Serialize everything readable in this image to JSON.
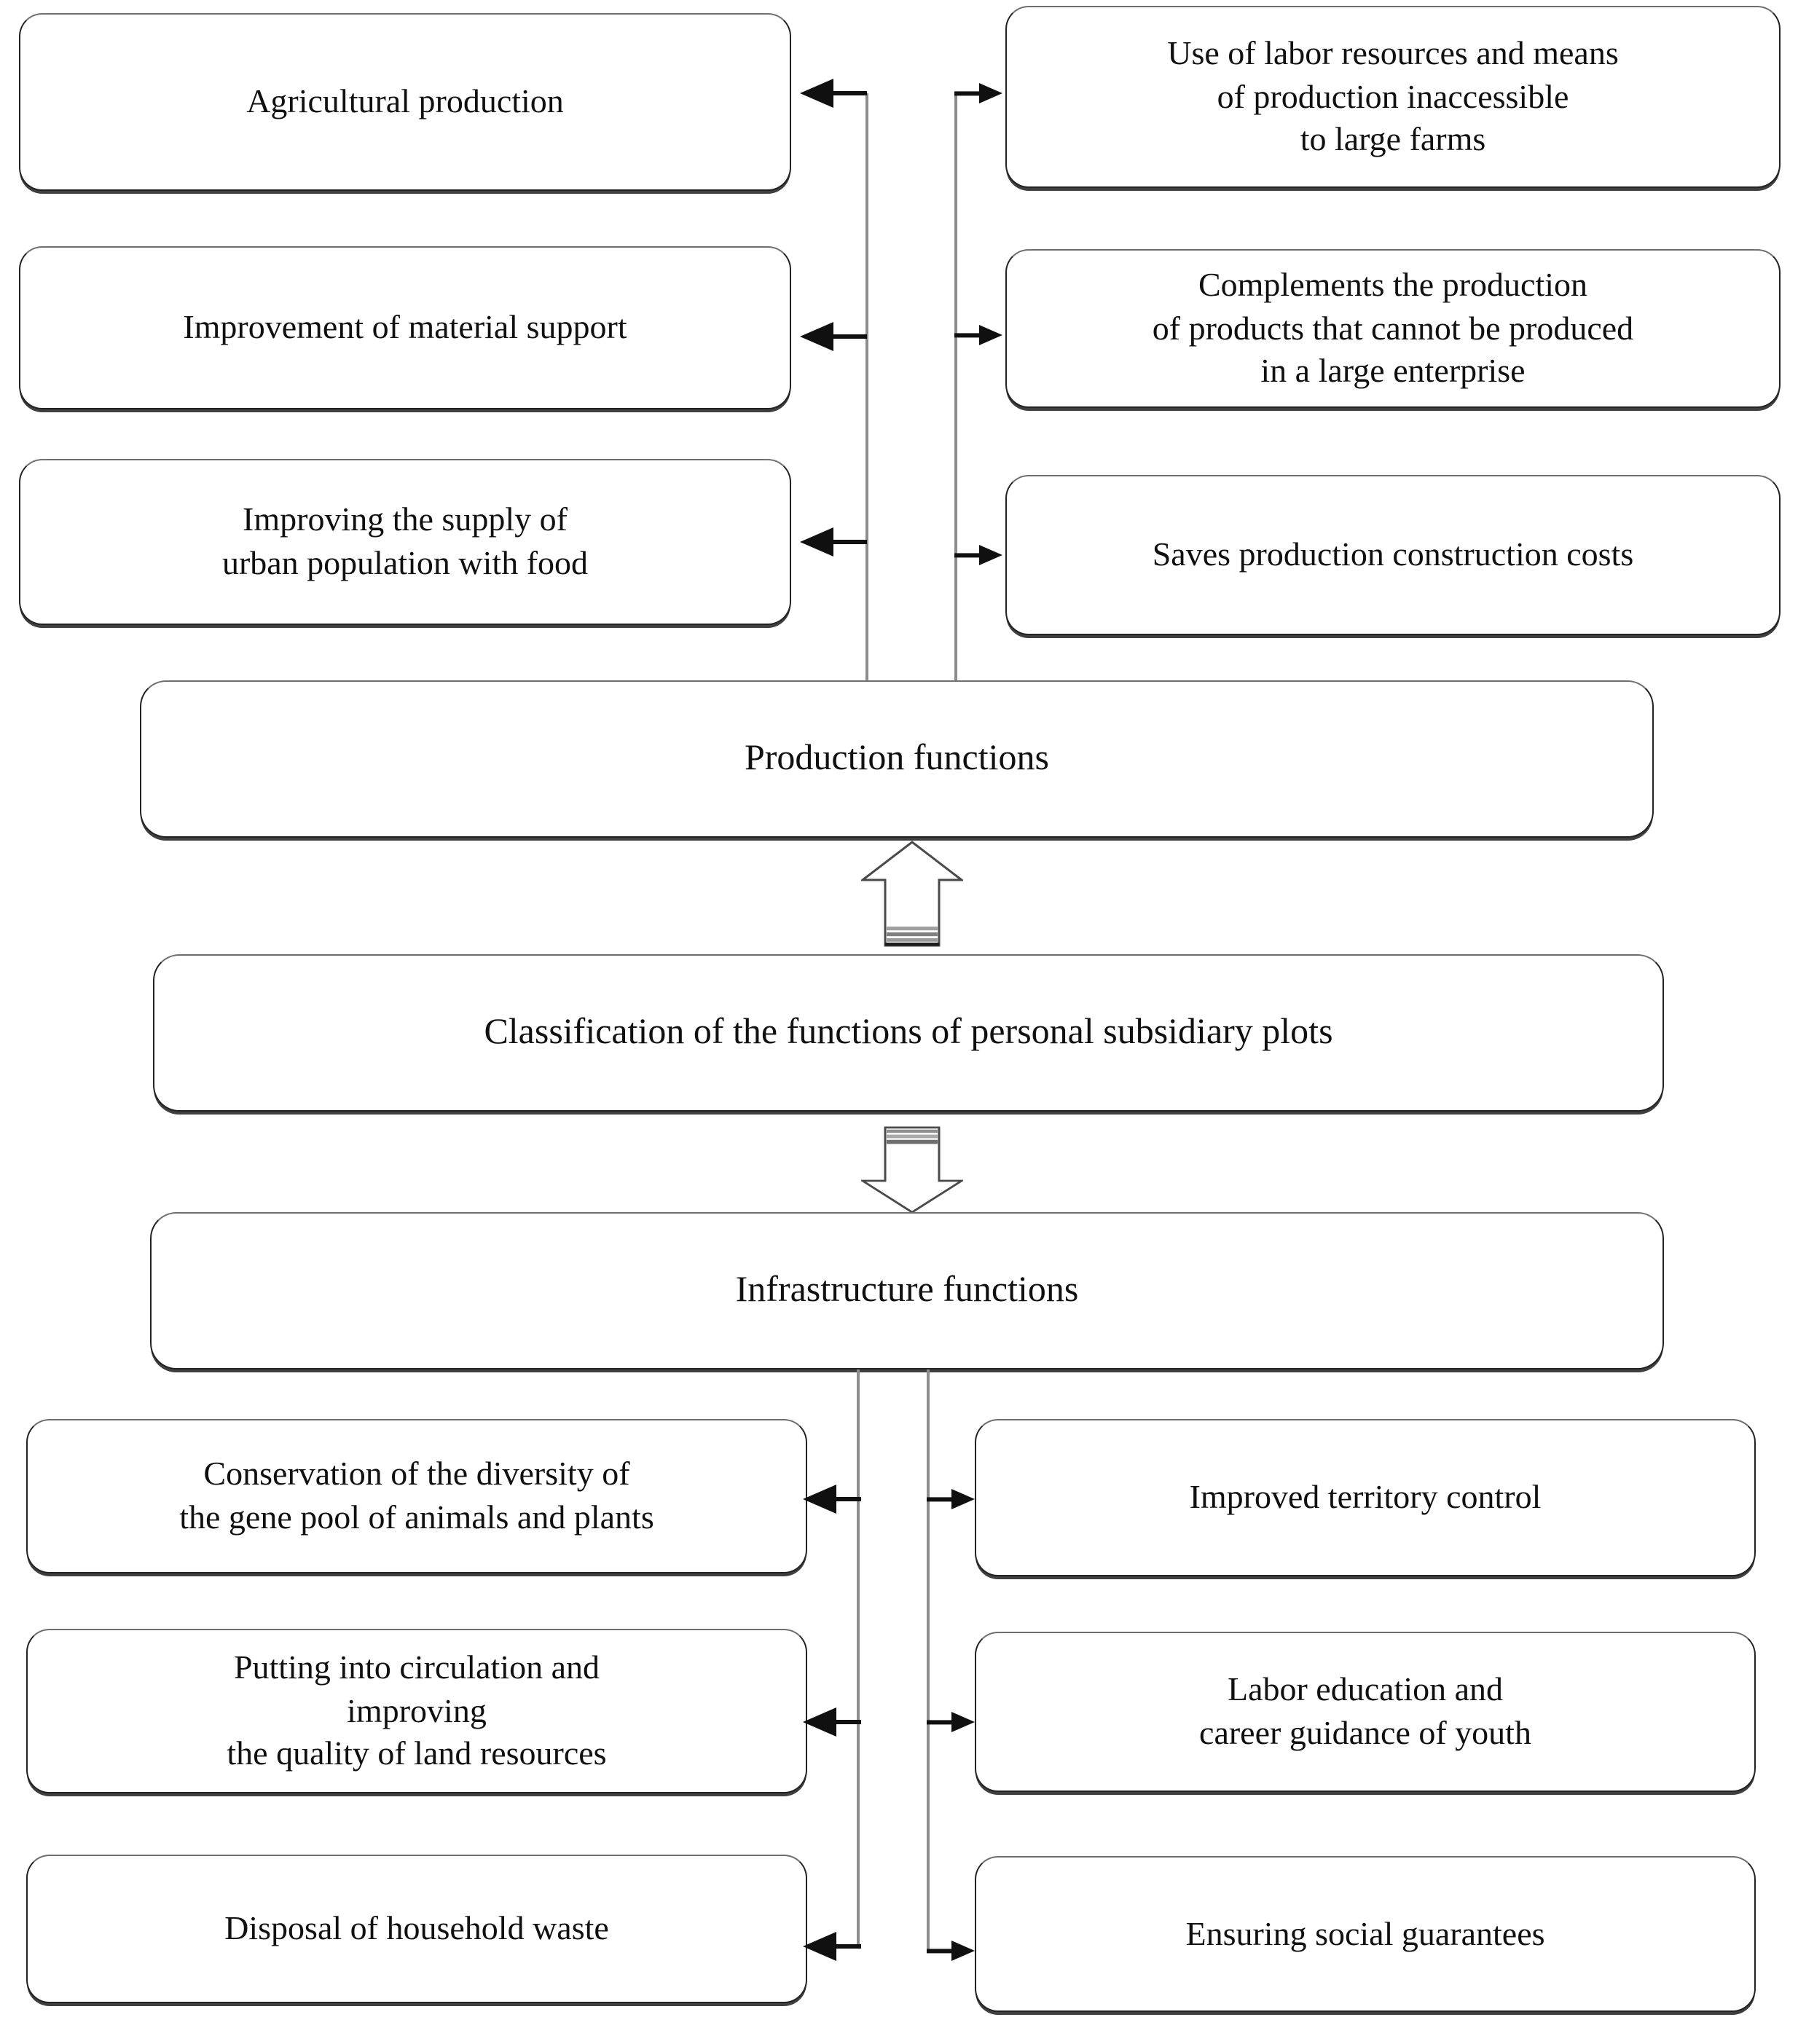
{
  "accent_colors": {
    "line": "#8c8c8c",
    "ink": "#101010",
    "box_border": "#222222",
    "background": "#ffffff"
  },
  "center_boxes": {
    "production": "Production functions",
    "classification": "Classification of the functions of personal subsidiary plots",
    "infrastructure": "Infrastructure functions"
  },
  "production_functions": {
    "left": [
      "Agricultural production",
      "Improvement of material support",
      "Improving the supply of\nurban population with food"
    ],
    "right": [
      "Use of labor resources and means\nof production inaccessible\nto large farms",
      "Complements the production\nof products that cannot be produced\nin a large enterprise",
      "Saves production construction costs"
    ]
  },
  "infrastructure_functions": {
    "left": [
      "Conservation of the diversity of\nthe gene pool of animals and plants",
      "Putting into circulation and\nimproving\nthe quality of land resources",
      "Disposal of household waste"
    ],
    "right": [
      "Improved territory control",
      "Labor education and\ncareer guidance of youth",
      "Ensuring social guarantees"
    ]
  }
}
